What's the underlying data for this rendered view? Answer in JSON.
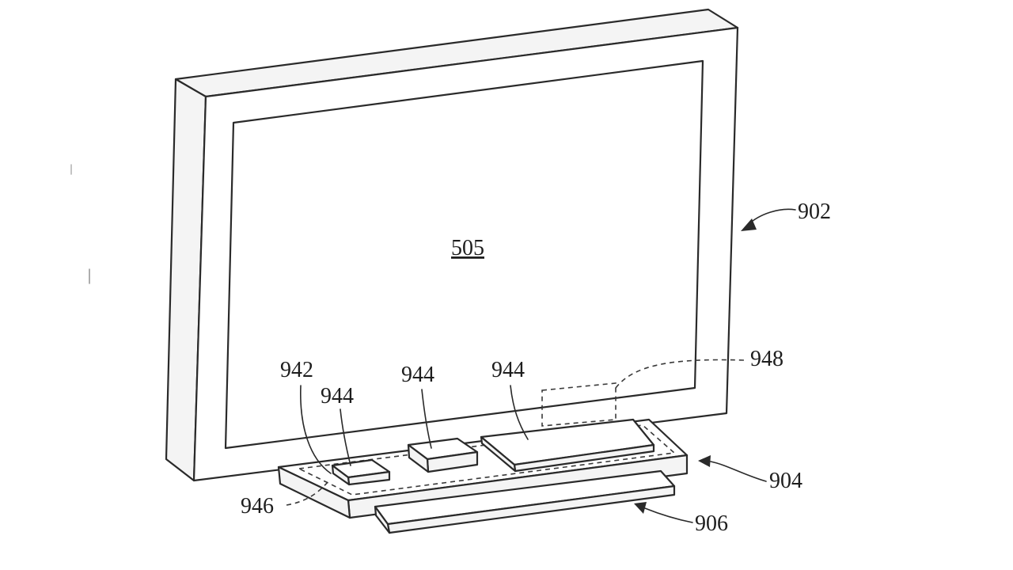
{
  "figure": {
    "screen_label": "505",
    "labels": {
      "device": "902",
      "base_tray": "904",
      "bottom_plate": "906",
      "module_left": "942",
      "component_small": "944",
      "component_middle": "944",
      "component_large": "944",
      "boundary": "946",
      "hidden_region": "948"
    }
  }
}
